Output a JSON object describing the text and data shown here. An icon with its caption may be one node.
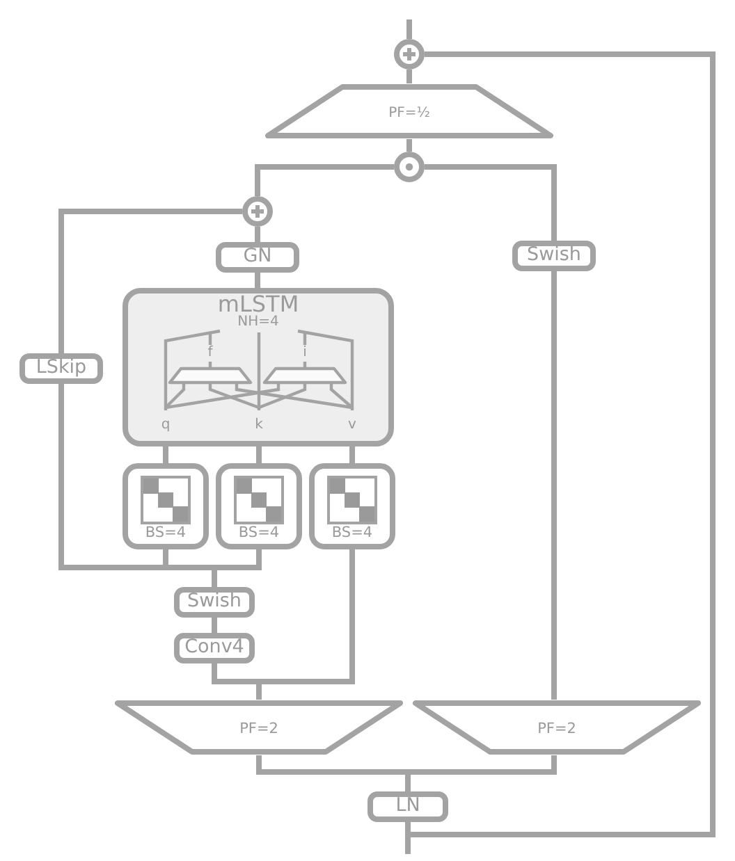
{
  "diagram": {
    "nodes": [
      {
        "text": [],
        "shape": "circle"
      },
      {
        "text": [
          "PF=½"
        ]
      },
      {
        "text": [],
        "shape": "circle"
      },
      {
        "text": [],
        "shape": "circle"
      },
      {
        "text": [
          "GN"
        ]
      },
      {
        "text": [
          "Swish"
        ]
      },
      {
        "text": [
          "mLSTM",
          "NH=4"
        ]
      },
      {
        "text": [
          "LSkip"
        ]
      },
      {
        "text": [
          "BS=4"
        ]
      },
      {
        "text": [
          "BS=4"
        ]
      },
      {
        "text": [
          "BS=4"
        ]
      },
      {
        "text": [
          "Swish"
        ]
      },
      {
        "text": [
          "Conv4"
        ]
      },
      {
        "text": [
          "PF=2"
        ]
      },
      {
        "text": [
          "PF=2"
        ]
      },
      {
        "text": [
          "LN"
        ]
      }
    ],
    "edges": [
      {
        "from": 0,
        "to": null,
        "arrow": "none"
      },
      {
        "from": 1,
        "to": 0,
        "arrow": "none"
      },
      {
        "from": 2,
        "to": 1,
        "arrow": "none"
      },
      {
        "from": 3,
        "to": 2,
        "arrow": "none"
      },
      {
        "from": 4,
        "to": 3,
        "arrow": "none"
      },
      {
        "from": 5,
        "to": 2,
        "arrow": "none"
      },
      {
        "from": 6,
        "to": 4,
        "arrow": "none"
      },
      {
        "from": 7,
        "to": 3,
        "arrow": "none"
      },
      {
        "from": 8,
        "to": 6,
        "arrow": "none"
      },
      {
        "from": 9,
        "to": 6,
        "arrow": "none"
      },
      {
        "from": 10,
        "to": 6,
        "arrow": "none"
      },
      {
        "from": 11,
        "to": 7,
        "arrow": "none"
      },
      {
        "from": 11,
        "to": 8,
        "arrow": "none"
      },
      {
        "from": 11,
        "to": 9,
        "arrow": "none"
      },
      {
        "from": 12,
        "to": 11,
        "arrow": "none"
      },
      {
        "from": 13,
        "to": 12,
        "arrow": "none"
      },
      {
        "from": 13,
        "to": 10,
        "arrow": "none"
      },
      {
        "from": 14,
        "to": 5,
        "arrow": "none"
      },
      {
        "from": 15,
        "to": 13,
        "arrow": "none"
      },
      {
        "from": 15,
        "to": 14,
        "arrow": "none"
      },
      {
        "from": null,
        "to": 15,
        "arrow": "none"
      },
      {
        "from": null,
        "to": 0,
        "arrow": "none"
      }
    ],
    "labels": [
      "f",
      "i",
      "q",
      "k",
      "v"
    ]
  }
}
